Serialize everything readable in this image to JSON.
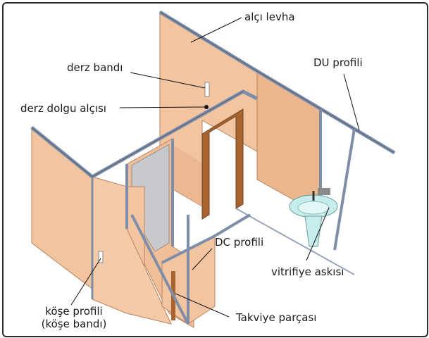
{
  "labels": {
    "alci_levha": "alçı levha",
    "derz_bandi": "derz bandı",
    "derz_dolgu": "derz dolgu alçısı",
    "du_profili": "DU profili",
    "dc_profili": "DC profili",
    "vitrifiye_askisi": "vitrifiye askısı",
    "takviye_parcasi": "Takviye parçası",
    "kose_profili_1": "köşe profili",
    "kose_profili_2": "(köşe bandı)"
  },
  "colors": {
    "board": "#f2c4a0",
    "board_dark": "#e2a980",
    "board_edge": "#b98260",
    "profile": "#7f8ea8",
    "profile_dark": "#4e5a72",
    "glass": "#c9c9cc",
    "wood": "#a8642f",
    "sink": "#c6ecec",
    "line": "#111111"
  }
}
